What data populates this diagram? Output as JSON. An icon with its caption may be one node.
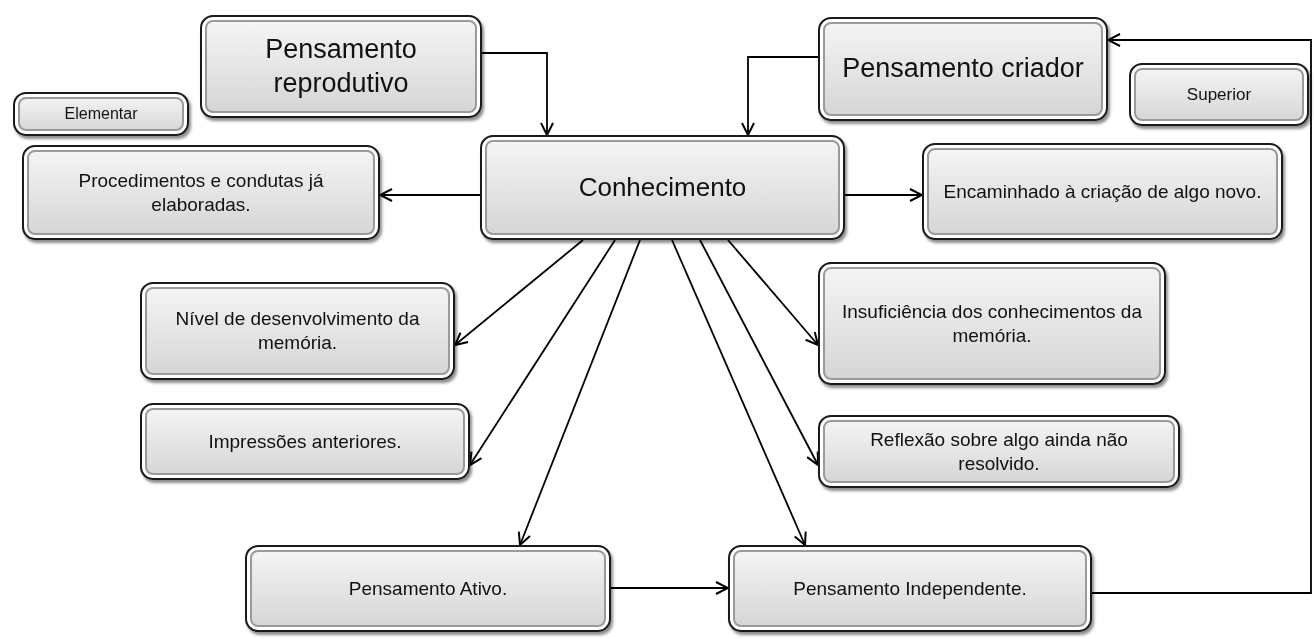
{
  "diagram": {
    "nodes": [
      {
        "text": [
          "Elementar"
        ]
      },
      {
        "text": [
          "Pensamento reprodutivo"
        ]
      },
      {
        "text": [
          "Pensamento criador"
        ]
      },
      {
        "text": [
          "Superior"
        ]
      },
      {
        "text": [
          "Procedimentos e condutas já elaboradas."
        ]
      },
      {
        "text": [
          "Conhecimento"
        ]
      },
      {
        "text": [
          "Encaminhado à criação de algo novo."
        ]
      },
      {
        "text": [
          "Nível de desenvolvimento da memória."
        ]
      },
      {
        "text": [
          "Insuficiência dos conhecimentos da memória."
        ]
      },
      {
        "text": [
          "Impressões anteriores."
        ]
      },
      {
        "text": [
          "Reflexão sobre algo ainda não resolvido."
        ]
      },
      {
        "text": [
          "Pensamento  Ativo."
        ]
      },
      {
        "text": [
          "Pensamento Independente."
        ]
      }
    ],
    "edges": [
      {
        "from": 1,
        "to": 5,
        "arrow": "to"
      },
      {
        "from": 2,
        "to": 5,
        "arrow": "to"
      },
      {
        "from": 5,
        "to": 4,
        "arrow": "to"
      },
      {
        "from": 5,
        "to": 6,
        "arrow": "to"
      },
      {
        "from": 5,
        "to": 7,
        "arrow": "to"
      },
      {
        "from": 5,
        "to": 9,
        "arrow": "to"
      },
      {
        "from": 5,
        "to": 11,
        "arrow": "to"
      },
      {
        "from": 5,
        "to": 12,
        "arrow": "to"
      },
      {
        "from": 5,
        "to": 10,
        "arrow": "to"
      },
      {
        "from": 5,
        "to": 8,
        "arrow": "to"
      },
      {
        "from": 11,
        "to": 12,
        "arrow": "to"
      },
      {
        "from": 12,
        "to": 2,
        "arrow": "to"
      }
    ]
  }
}
